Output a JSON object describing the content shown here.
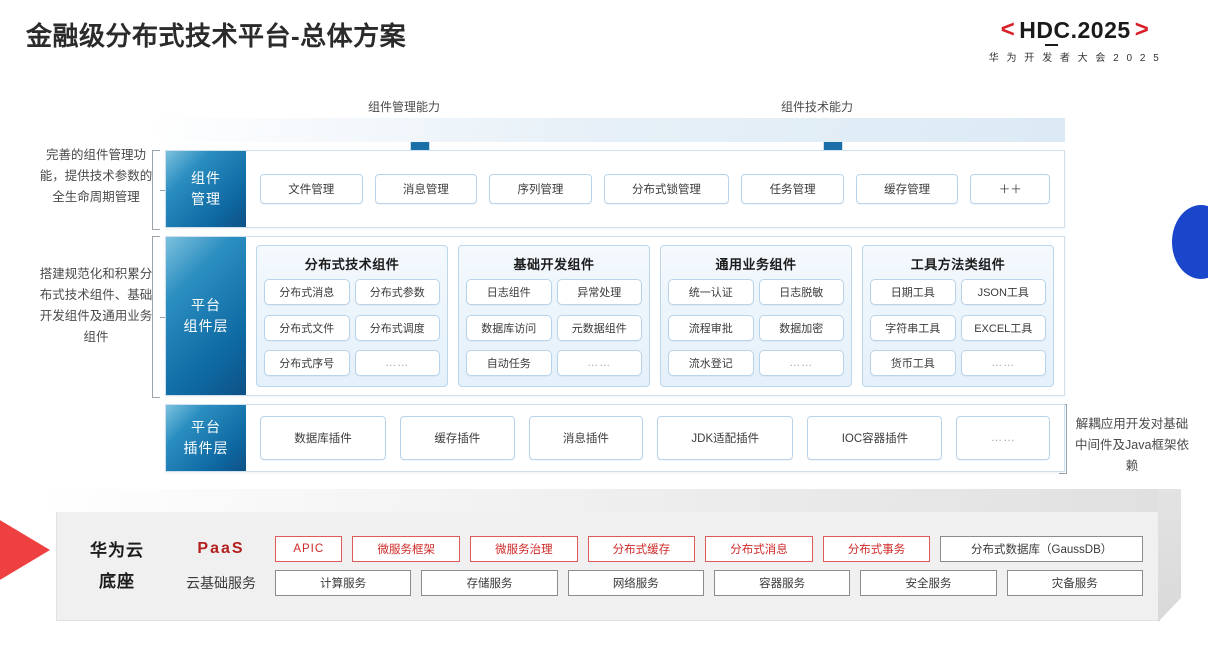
{
  "header": {
    "title": "金融级分布式技术平台-总体方案",
    "logo": {
      "bracket_left": "<",
      "bracket_right": ">",
      "main": "HDC.2025",
      "hdc": "HD",
      "hdc_c": "C",
      "year": ".2025",
      "subtitle": "华 为 开 发 者 大 会 2 0 2 5",
      "accent_color": "#d81e27"
    }
  },
  "callouts": {
    "arrow_left_label": "组件管理能力",
    "arrow_right_label": "组件技术能力"
  },
  "annotations": {
    "left_1": "完善的组件管理功能，提供技术参数的全生命周期管理",
    "left_2": "搭建规范化和积累分布式技术组件、基础开发组件及通用业务组件",
    "right_1": "解耦应用开发对基础中间件及Java框架依赖"
  },
  "rows": {
    "component_mgmt": {
      "tab_line1": "组件",
      "tab_line2": "管理",
      "items": [
        "文件管理",
        "消息管理",
        "序列管理",
        "分布式锁管理",
        "任务管理",
        "缓存管理",
        "＋＋"
      ]
    },
    "platform_components": {
      "tab_line1": "平台",
      "tab_line2": "组件层",
      "groups": [
        {
          "title": "分布式技术组件",
          "items": [
            "分布式消息",
            "分布式参数",
            "分布式文件",
            "分布式调度",
            "分布式序号",
            "……"
          ]
        },
        {
          "title": "基础开发组件",
          "items": [
            "日志组件",
            "异常处理",
            "数据库访问",
            "元数据组件",
            "自动任务",
            "……"
          ]
        },
        {
          "title": "通用业务组件",
          "items": [
            "统一认证",
            "日志脱敏",
            "流程审批",
            "数据加密",
            "流水登记",
            "……"
          ]
        },
        {
          "title": "工具方法类组件",
          "items": [
            "日期工具",
            "JSON工具",
            "字符串工具",
            "EXCEL工具",
            "货币工具",
            "……"
          ]
        }
      ]
    },
    "plugin_layer": {
      "tab_line1": "平台",
      "tab_line2": "插件层",
      "items": [
        "数据库插件",
        "缓存插件",
        "消息插件",
        "JDK适配插件",
        "IOC容器插件",
        "……"
      ]
    }
  },
  "cloud_base": {
    "title_line1": "华为云",
    "title_line2": "底座",
    "paas_label": "PaaS",
    "infra_label": "云基础服务",
    "paas_items": [
      "APIC",
      "微服务框架",
      "微服务治理",
      "分布式缓存",
      "分布式消息",
      "分布式事务"
    ],
    "paas_db_item": "分布式数据库（GaussDB）",
    "infra_items": [
      "计算服务",
      "存储服务",
      "网络服务",
      "容器服务",
      "安全服务",
      "灾备服务"
    ],
    "paas_color": "#cf2a28"
  }
}
